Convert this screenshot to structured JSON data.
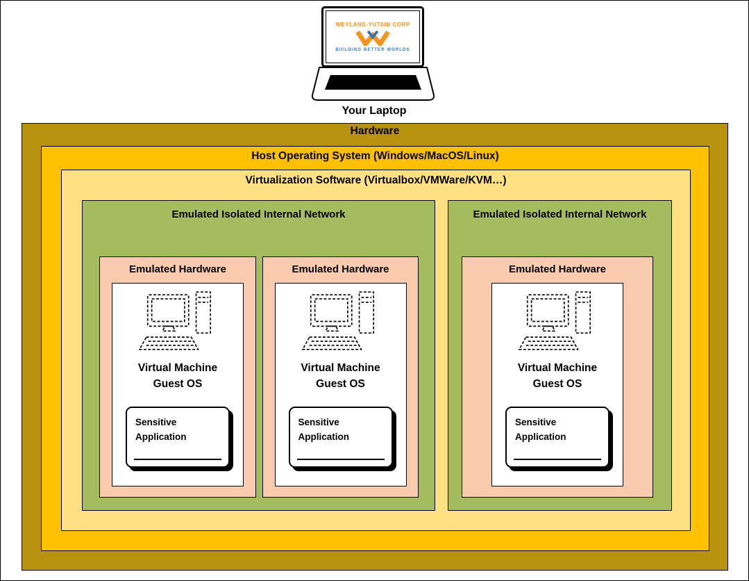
{
  "laptop": {
    "label": "Your Laptop",
    "logo_company": "WEYLAND-YUTANI CORP",
    "logo_tagline": "BUILDING BETTER WORLDS"
  },
  "layers": {
    "hardware": "Hardware",
    "host_os": "Host Operating System (Windows/MacOS/Linux)",
    "virtualization": "Virtualization Software (Virtualbox/VMWare/KVM…)",
    "network": "Emulated Isolated Internal Network",
    "emulated_hardware": "Emulated Hardware",
    "vm_guest": "Virtual Machine\nGuest OS",
    "sensitive_app": "Sensitive\nApplication"
  },
  "colors": {
    "hardware": "#B99210",
    "host-os": "#FFC000",
    "virtualization": "#FFE183",
    "network": "#A5BC5E",
    "emulated-hw": "#F8CBAD",
    "logo-orange": "#F7941D",
    "logo-blue": "#2E75B6"
  }
}
